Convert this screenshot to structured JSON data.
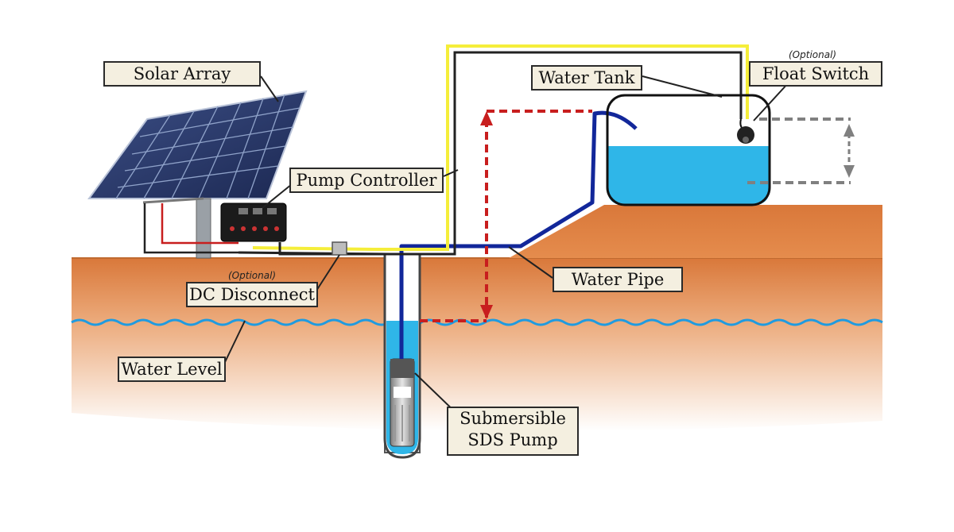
{
  "labels": {
    "solar_array": "Solar Array",
    "pump_controller": "Pump Controller",
    "dc_disconnect": "DC Disconnect",
    "dc_disconnect_optional": "(Optional)",
    "water_level": "Water Level",
    "water_tank": "Water Tank",
    "float_switch": "Float Switch",
    "float_switch_optional": "(Optional)",
    "water_pipe": "Water Pipe",
    "pump_line1": "Submersible",
    "pump_line2": "SDS Pump"
  },
  "colors": {
    "ground_top": "#d9783a",
    "ground_bottom": "#f2c9a4",
    "water": "#2fb6e8",
    "wave": "#1f9be0",
    "pipe": "#12279a",
    "yellow_wire": "#f5ee3a",
    "red_dash": "#c81e1e",
    "gray_dash": "#808080",
    "label_bg": "#f4efe0"
  }
}
